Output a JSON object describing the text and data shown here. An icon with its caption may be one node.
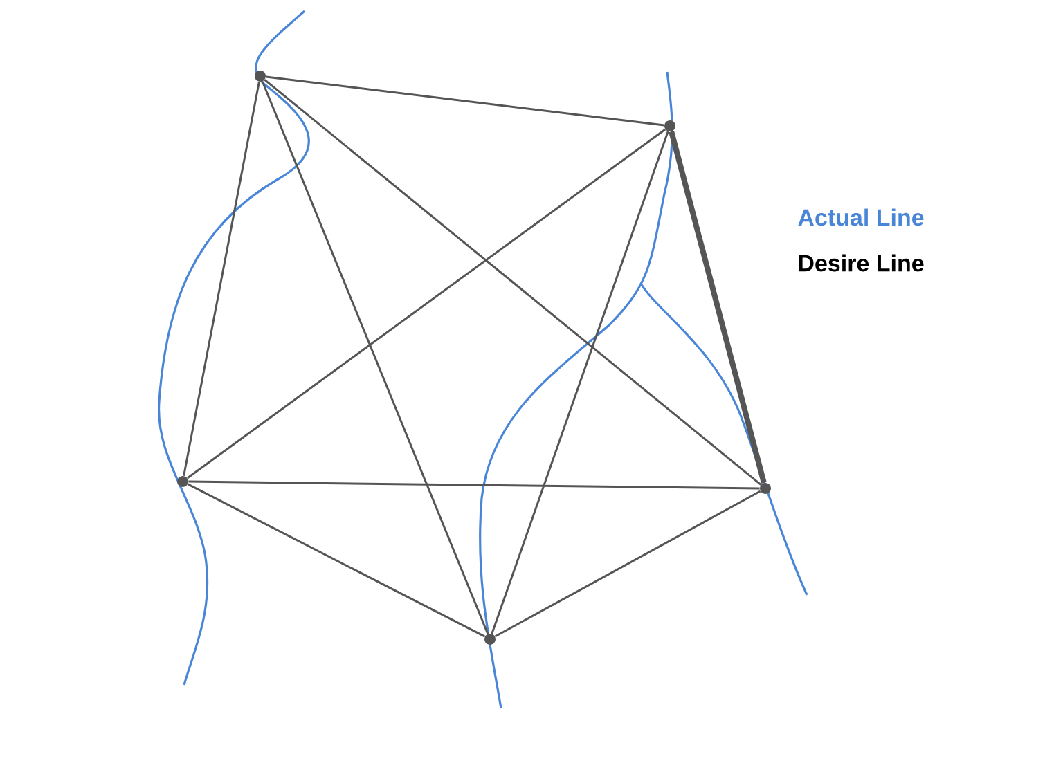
{
  "diagram": {
    "nodes": [
      {
        "text": [],
        "shape": "circle"
      },
      {
        "text": [],
        "shape": "circle"
      },
      {
        "text": [],
        "shape": "circle"
      },
      {
        "text": [],
        "shape": "circle"
      },
      {
        "text": [],
        "shape": "circle"
      }
    ],
    "edges": [
      {
        "from": 0,
        "to": 1,
        "arrow": "none"
      },
      {
        "from": 0,
        "to": 2,
        "arrow": "none"
      },
      {
        "from": 0,
        "to": 3,
        "arrow": "none"
      },
      {
        "from": 0,
        "to": 4,
        "arrow": "none"
      },
      {
        "from": 1,
        "to": 2,
        "arrow": "none",
        "style": "thick"
      },
      {
        "from": 1,
        "to": 3,
        "arrow": "none"
      },
      {
        "from": 1,
        "to": 4,
        "arrow": "none"
      },
      {
        "from": 2,
        "to": 3,
        "arrow": "none"
      },
      {
        "from": 2,
        "to": 4,
        "arrow": "none"
      },
      {
        "from": 3,
        "to": 4,
        "arrow": "none"
      }
    ],
    "legend": [
      {
        "text": "Actual Line",
        "color": "#4a86d8"
      },
      {
        "text": "Desire Line",
        "color": "#000000"
      }
    ]
  }
}
